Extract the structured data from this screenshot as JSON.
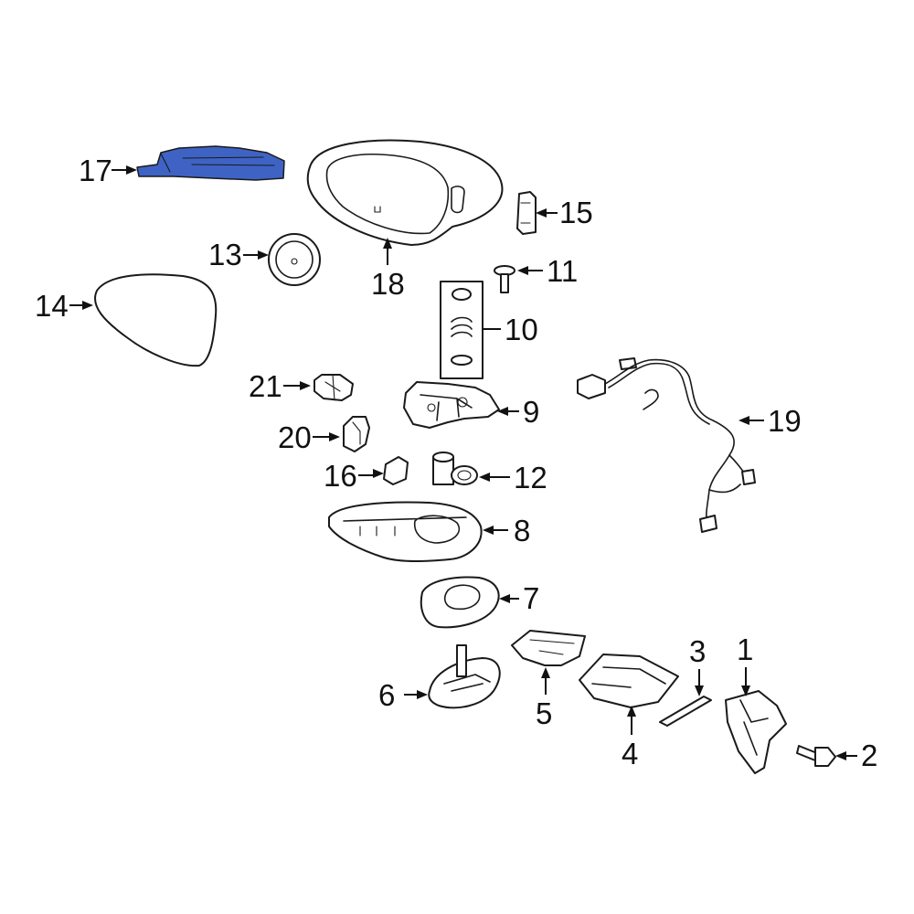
{
  "highlight_color": "#3f63c4",
  "callouts": [
    "1",
    "2",
    "3",
    "4",
    "5",
    "6",
    "7",
    "8",
    "9",
    "10",
    "11",
    "12",
    "13",
    "14",
    "15",
    "16",
    "17",
    "18",
    "19",
    "20",
    "21"
  ]
}
